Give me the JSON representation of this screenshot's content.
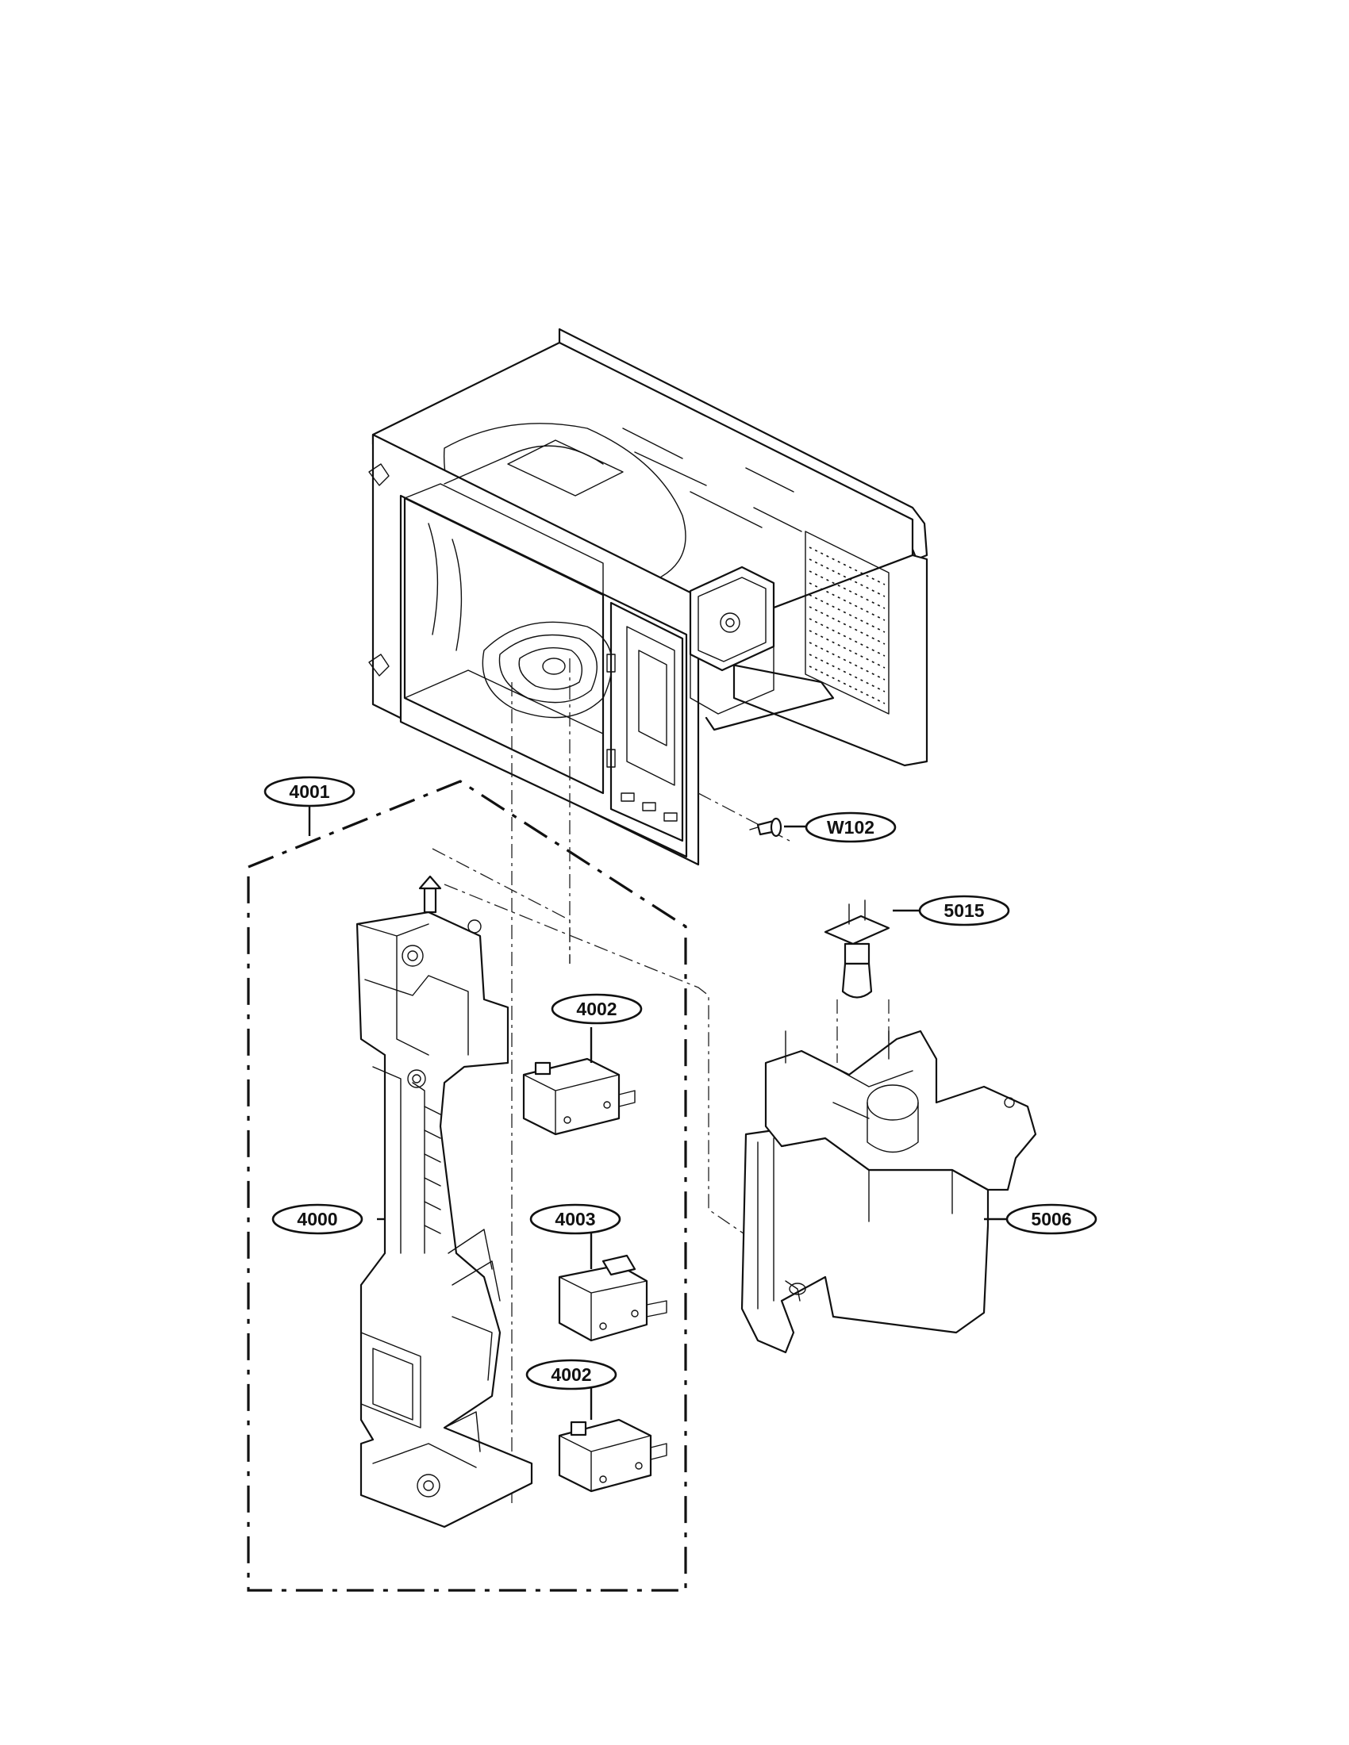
{
  "callouts": {
    "c4001": "4001",
    "cW102": "W102",
    "c5015": "5015",
    "c4002a": "4002",
    "c4000": "4000",
    "c4003": "4003",
    "c5006": "5006",
    "c4002b": "4002"
  }
}
